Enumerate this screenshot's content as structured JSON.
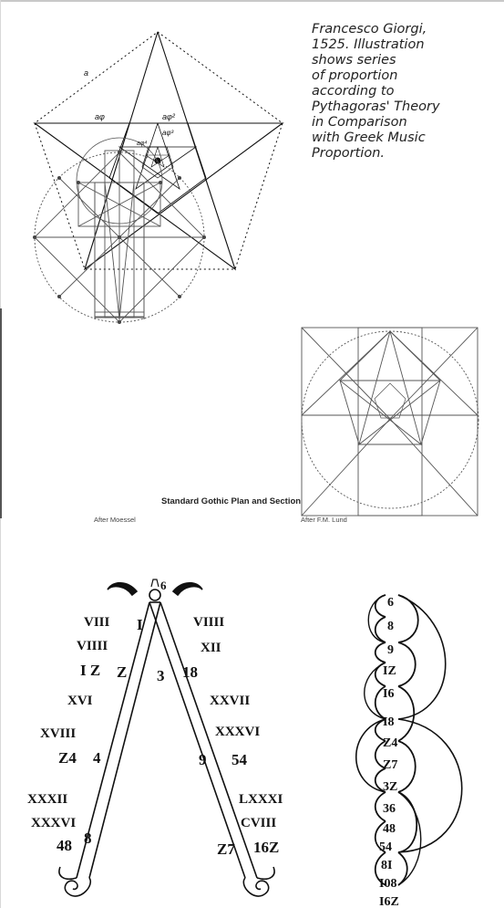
{
  "caption": {
    "lines": [
      "Francesco Giorgi,",
      "1525. Illustration",
      "shows series",
      "of proportion",
      "according to",
      "Pythagoras' Theory",
      "in Comparison",
      "with Greek Music",
      "Proportion."
    ]
  },
  "pentagram": {
    "labels": [
      "a",
      "aφ",
      "aφ²",
      "aφ³",
      "aφ⁴"
    ]
  },
  "gothic": {
    "title": "Standard Gothic Plan and Section",
    "left_credit": "After Moessel",
    "right_credit": "After F.M. Lund"
  },
  "lambda": {
    "top": "6",
    "left_outer": [
      "VIII",
      "VIIII",
      "I Z",
      "XVI",
      "XVIII",
      "Z4",
      "XXXII",
      "XXXVI",
      "48"
    ],
    "left_inner": [
      "I",
      "Z",
      "4",
      "8"
    ],
    "right_outer": [
      "VIIII",
      "XII",
      "18",
      "XXVII",
      "XXXVI",
      "54",
      "LXXXI",
      "CVIII",
      "16Z"
    ],
    "right_inner": [
      "3",
      "9",
      "Z7"
    ]
  },
  "arcs": {
    "numbers": [
      "6",
      "8",
      "9",
      "IZ",
      "I6",
      "I8",
      "Z4",
      "Z7",
      "3Z",
      "36",
      "48",
      "54",
      "8I",
      "I08",
      "I6Z"
    ]
  }
}
